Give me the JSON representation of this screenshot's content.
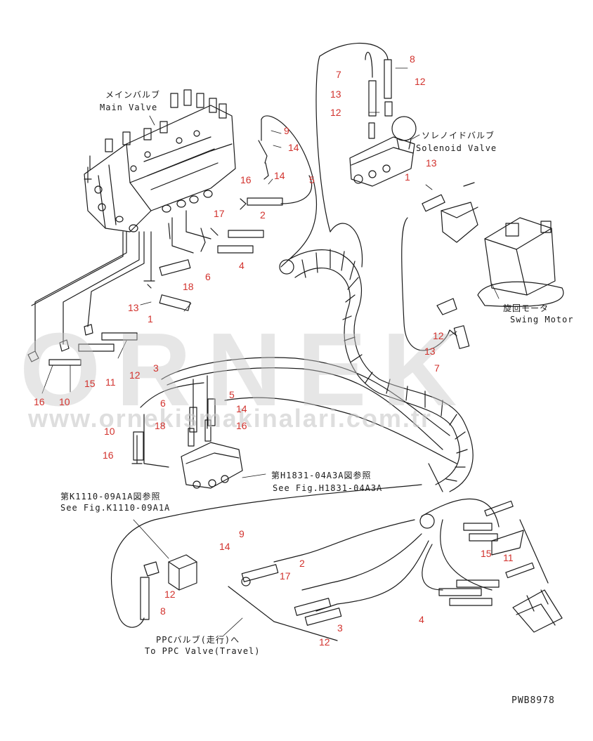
{
  "labels": {
    "main_valve_jp": "メインバルブ",
    "main_valve_en": "Main Valve",
    "solenoid_valve_jp": "ソレノイドバルブ",
    "solenoid_valve_en": "Solenoid Valve",
    "swing_motor_jp": "旋回モータ",
    "swing_motor_en": "Swing Motor",
    "ref_h1831_jp": "第H1831-04A3A図参照",
    "ref_h1831_en": "See Fig.H1831-04A3A",
    "ref_k1110_jp": "第K1110-09A1A図参照",
    "ref_k1110_en": "See Fig.K1110-09A1A",
    "ppc_valve_jp": "PPCバルブ(走行)へ",
    "ppc_valve_en": "To PPC Valve(Travel)"
  },
  "watermark": {
    "brand": "ORNEK",
    "url": "www.ornekismakinalari.com.tr"
  },
  "drawing_code": "PWB8978",
  "part_numbers": {
    "n8_top": "8",
    "n7_top": "7",
    "n12_top_r": "12",
    "n13_top": "13",
    "n12_top_l": "12",
    "n9_top": "9",
    "n14_top": "14",
    "n16_a": "16",
    "n14_b": "14",
    "n5_top": "5",
    "n1_top": "1",
    "n13_r": "13",
    "n17_a": "17",
    "n2_a": "2",
    "n4_a": "4",
    "n6_a": "6",
    "n18_a": "18",
    "n13_l": "13",
    "n1_l": "1",
    "n12_swing": "12",
    "n13_swing": "13",
    "n7_swing": "7",
    "n3_a": "3",
    "n12_a": "12",
    "n15_a": "15",
    "n11_a": "11",
    "n16_b": "16",
    "n10_a": "10",
    "n5_mid": "5",
    "n6_mid": "6",
    "n14_mid": "14",
    "n18_mid": "18",
    "n16_mid": "16",
    "n10_mid": "10",
    "n16_mid2": "16",
    "n9_low": "9",
    "n14_low": "14",
    "n2_low": "2",
    "n17_low": "17",
    "n3_low": "3",
    "n12_low": "12",
    "n15_low": "15",
    "n11_low": "11",
    "n4_low": "4",
    "n12_k": "12",
    "n8_k": "8"
  }
}
